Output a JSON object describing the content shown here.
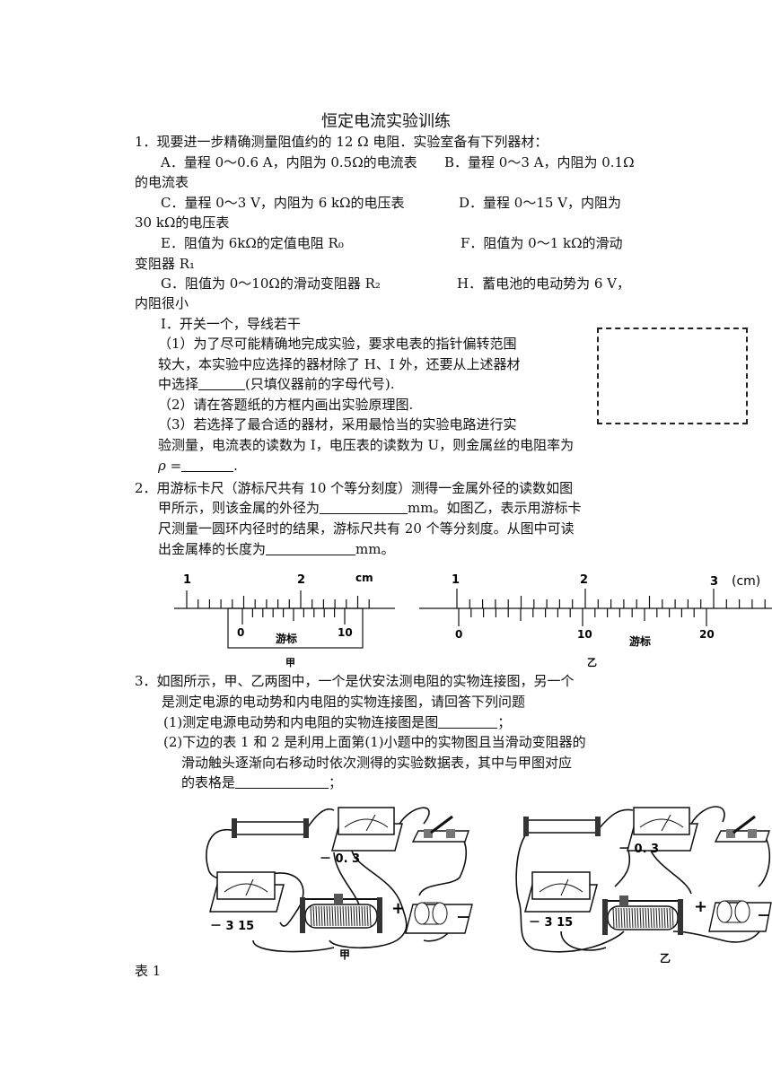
{
  "title": "恒定电流实验训练",
  "q1": {
    "stem": "1．现要进一步精确测量阻值约的 12 Ω 电阻．实验室备有下列器材：",
    "a": "A．量程 0～0.6 A，内阻为 0.5Ω的电流表",
    "b": "B．量程 0～3 A，内阻为 0.1Ω",
    "b_cont": "的电流表",
    "c": "C．量程 0～3 V，内阻为 6 kΩ的电压表",
    "d": "D．量程 0～15 V，内阻为",
    "d_cont": "30 kΩ的电压表",
    "e": "E．阻值为 6kΩ的定值电阻 R₀",
    "f": "F．阻值为 0～1 kΩ的滑动",
    "f_cont": "变阻器 R₁",
    "g": "G．阻值为 0～10Ω的滑动变阻器 R₂",
    "h": "H．蓄电池的电动势为 6 V，",
    "h_cont": "内阻很小",
    "i": "I．开关一个，导线若干",
    "p1_l1": "（1）为了尽可能精确地完成实验，要求电表的指针偏转范围",
    "p1_l2": "较大，本实验中应选择的器材除了 H、I 外，还要从上述器材",
    "p1_l3a": "中选择",
    "p1_l3b": "(只填仪器前的字母代号).",
    "p2": "（2）请在答题纸的方框内画出实验原理图.",
    "p3_l1": "（3）若选择了最合适的器材，采用最恰当的实验电路进行实",
    "p3_l2": "验测量，电流表的读数为 I，电压表的读数为 U，则金属丝的电阻率为",
    "p3_l3": "ρ =",
    "p3_end": "."
  },
  "q2": {
    "l1": "2．用游标卡尺（游标尺共有 10 个等分刻度）测得一金属外径的读数如图",
    "l2a": "甲所示，则该金属的外径为",
    "l2b": "mm。如图乙，表示用游标卡",
    "l3": "尺测量一圆环内径时的结果，游标尺共有 20 个等分刻度。从图中可读",
    "l4a": "出金属棒的长度为",
    "l4b": "mm。"
  },
  "caliper_a": {
    "main_labels": [
      "1",
      "2",
      "cm"
    ],
    "vernier_labels": [
      "0",
      "游标",
      "10"
    ],
    "caption": "甲"
  },
  "caliper_b": {
    "main_labels": [
      "1",
      "2",
      "3",
      "(cm)"
    ],
    "vernier_labels": [
      "0",
      "10",
      "游标",
      "20"
    ],
    "caption": "乙"
  },
  "q3": {
    "l1": "3．如图所示，甲、乙两图中，一个是伏安法测电阻的实物连接图，另一个",
    "l2": "是测定电源的电动势和内电阻的实物连接图，请回答下列问题",
    "s1a": "(1)测定电源电动势和内电阻的实物连接图是图",
    "s1b": "；",
    "s2_l1": "(2)下边的表 1 和 2 是利用上面第(1)小题中的实物图且当滑动变阻器的",
    "s2_l2": "滑动触头逐渐向右移动时依次测得的实验数据表，其中与甲图对应",
    "s2_l3a": "的表格是",
    "s2_l3b": "；"
  },
  "circuit_a": {
    "ammeter_terms": "－ 0. 3",
    "voltmeter_terms": "－ 3 15",
    "plus": "+",
    "minus": "－",
    "caption": "甲"
  },
  "circuit_b": {
    "ammeter_terms": "－ 0. 3",
    "voltmeter_terms": "－ 3 15",
    "plus": "+",
    "minus": "－",
    "caption": "乙"
  },
  "table_label": "表 1"
}
